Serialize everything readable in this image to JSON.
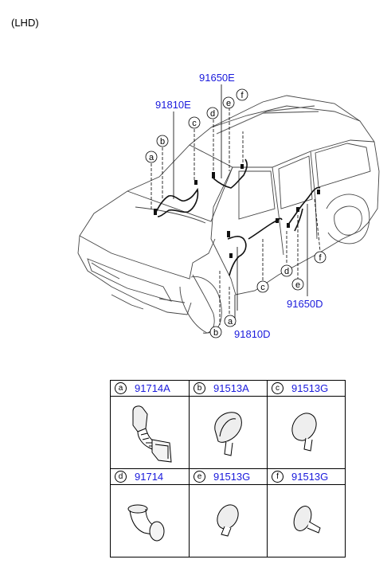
{
  "header": {
    "label": "(LHD)"
  },
  "diagram": {
    "callouts": {
      "top_91650E": "91650E",
      "top_91810E": "91810E",
      "bottom_91810D": "91810D",
      "bottom_91650D": "91650D"
    },
    "letters": {
      "a": "a",
      "b": "b",
      "c": "c",
      "d": "d",
      "e": "e",
      "f": "f"
    }
  },
  "parts_table": [
    {
      "letter": "a",
      "code": "91714A"
    },
    {
      "letter": "b",
      "code": "91513A"
    },
    {
      "letter": "c",
      "code": "91513G"
    },
    {
      "letter": "d",
      "code": "91714"
    },
    {
      "letter": "e",
      "code": "91513G"
    },
    {
      "letter": "f",
      "code": "91513G"
    }
  ]
}
